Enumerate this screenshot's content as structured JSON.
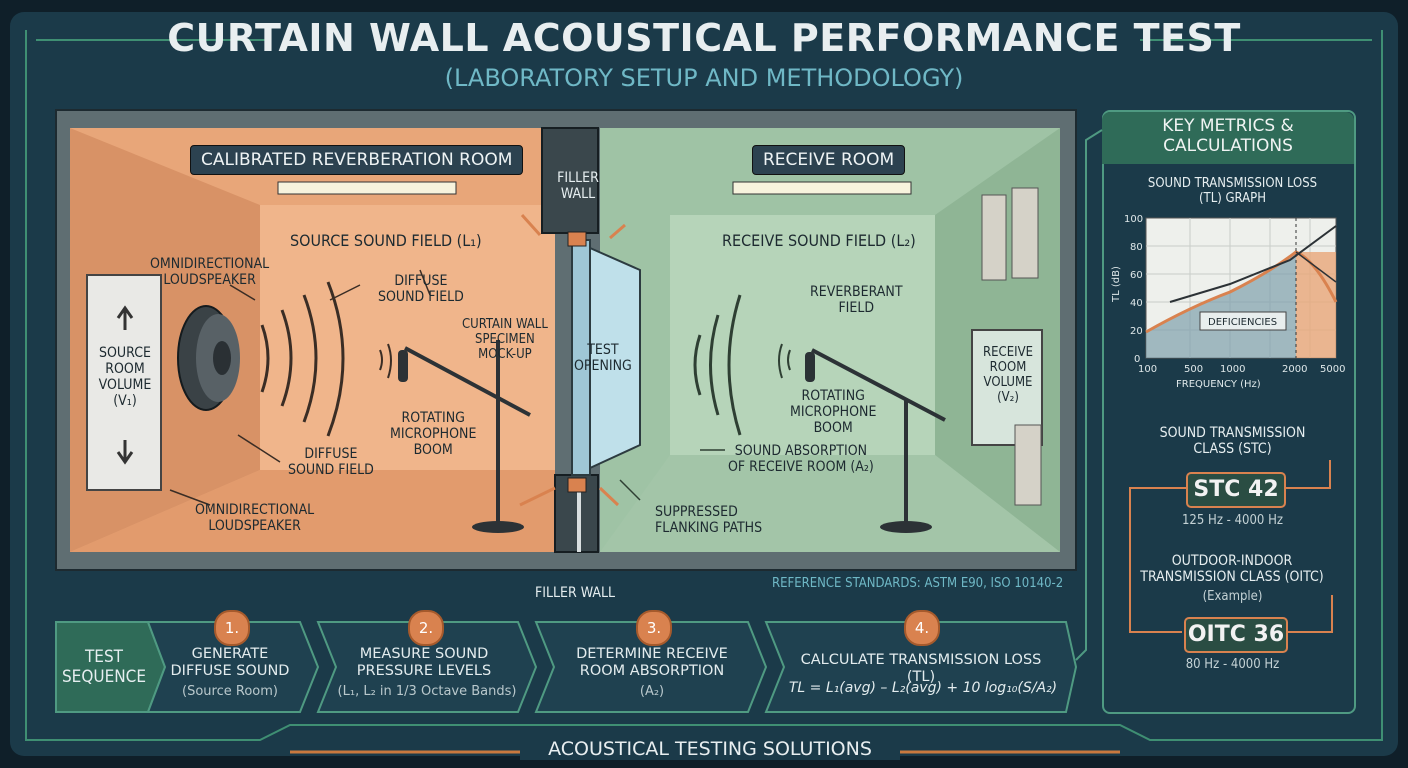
{
  "header": {
    "title": "CURTAIN WALL ACOUSTICAL PERFORMANCE TEST",
    "subtitle": "(LABORATORY SETUP AND METHODOLOGY)"
  },
  "source_room": {
    "title": "CALIBRATED REVERBERATION ROOM",
    "field": "SOURCE SOUND FIELD (L₁)",
    "loudspeaker_top": "OMNIDIRECTIONAL\nLOUDSPEAKER",
    "diffuse_top": "DIFFUSE\nSOUND FIELD",
    "volume": "SOURCE\nROOM\nVOLUME\n(V₁)",
    "diffuse_bottom": "DIFFUSE\nSOUND FIELD",
    "loudspeaker_bottom": "OMNIDIRECTIONAL\nLOUDSPEAKER",
    "microphone": "ROTATING\nMICROPHONE\nBOOM",
    "specimen": "CURTAIN WALL\nSPECIMEN\nMOCK-UP"
  },
  "center": {
    "filler_top": "FILLER\nWALL",
    "test_opening": "TEST\nOPENING",
    "filler_bottom": "FILLER WALL"
  },
  "receive_room": {
    "title": "RECEIVE ROOM",
    "field": "RECEIVE SOUND FIELD (L₂)",
    "reverberant": "REVERBERANT\nFIELD",
    "microphone": "ROTATING\nMICROPHONE\nBOOM",
    "absorption": "SOUND ABSORPTION\nOF RECEIVE ROOM (A₂)",
    "flanking": "SUPPRESSED\nFLANKING PATHS",
    "volume": "RECEIVE\nROOM\nVOLUME\n(V₂)"
  },
  "standards": "REFERENCE STANDARDS: ASTM E90, ISO 10140-2",
  "metrics": {
    "heading": "KEY METRICS &\nCALCULATIONS",
    "graph_title": "SOUND TRANSMISSION LOSS\n(TL) GRAPH",
    "graph_ylabel": "TL (dB)",
    "graph_xlabel": "FREQUENCY (Hz)",
    "graph_yticks": [
      "100",
      "80",
      "60",
      "40",
      "20",
      "0"
    ],
    "graph_xticks": [
      "100",
      "500",
      "1000",
      "2000",
      "5000"
    ],
    "deficiencies": "DEFICIENCIES",
    "stc_label": "SOUND TRANSMISSION\nCLASS (STC)",
    "stc_value": "STC 42",
    "stc_range": "125 Hz - 4000 Hz",
    "oitc_label": "OUTDOOR-INDOOR\nTRANSMISSION CLASS (OITC)",
    "oitc_note": "(Example)",
    "oitc_value": "OITC 36",
    "oitc_range": "80 Hz - 4000 Hz"
  },
  "sequence": {
    "label": "TEST\nSEQUENCE",
    "steps": [
      {
        "num": "1.",
        "title": "GENERATE\nDIFFUSE SOUND",
        "sub": "(Source Room)"
      },
      {
        "num": "2.",
        "title": "MEASURE SOUND\nPRESSURE LEVELS",
        "sub": "(L₁, L₂ in 1/3 Octave Bands)"
      },
      {
        "num": "3.",
        "title": "DETERMINE RECEIVE\nROOM ABSORPTION",
        "sub": "(A₂)"
      },
      {
        "num": "4.",
        "title": "CALCULATE TRANSMISSION LOSS (TL)",
        "sub": "TL = L₁(avg) – L₂(avg) + 10 log₁₀(S/A₂)"
      }
    ]
  },
  "footer": "ACOUSTICAL TESTING SOLUTIONS",
  "colors": {
    "source": "#e9a77a",
    "receive": "#a8c8ad",
    "accent": "#d9824f",
    "teal": "#4f9a82"
  }
}
